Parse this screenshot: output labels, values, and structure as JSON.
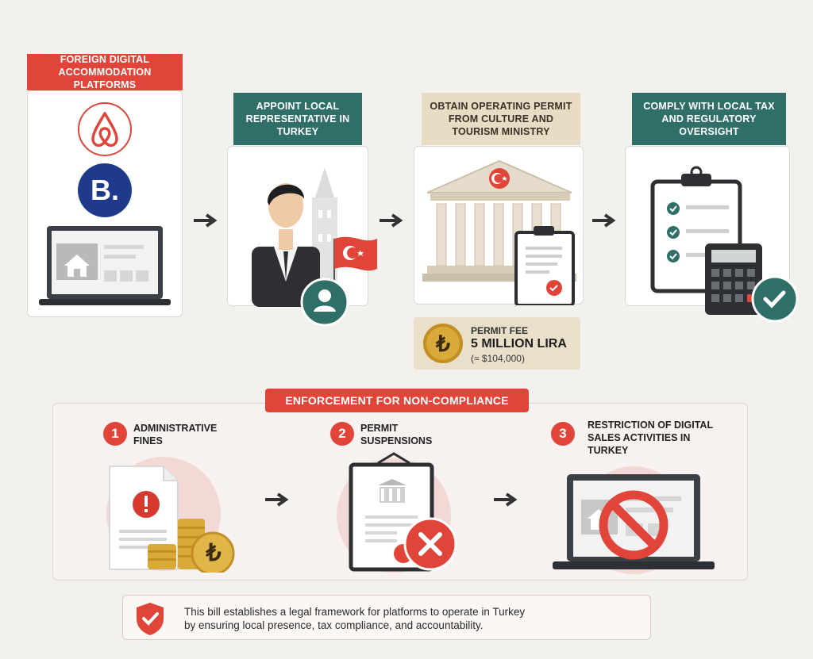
{
  "steps": [
    {
      "title": "FOREIGN DIGITAL ACCOMMODATION PLATFORMS"
    },
    {
      "title": "APPOINT LOCAL REPRESENTATIVE IN TURKEY"
    },
    {
      "title": "OBTAIN OPERATING PERMIT FROM CULTURE AND TOURISM MINISTRY"
    },
    {
      "title": "COMPLY WITH LOCAL TAX AND REGULATORY OVERSIGHT"
    }
  ],
  "booking_logo": "B.",
  "fee": {
    "label": "PERMIT FEE",
    "amount": "5 MILLION LIRA",
    "usd": "(≈ $104,000)",
    "symbol": "₺"
  },
  "enforcement": {
    "title": "ENFORCEMENT FOR NON-COMPLIANCE",
    "items": [
      {
        "num": "1",
        "label": "ADMINISTRATIVE FINES"
      },
      {
        "num": "2",
        "label": "PERMIT SUSPENSIONS"
      },
      {
        "num": "3",
        "label": "RESTRICTION OF DIGITAL SALES ACTIVITIES IN TURKEY"
      }
    ]
  },
  "footer": {
    "text_line1": "This bill establishes a legal framework for platforms to operate in Turkey",
    "text_line2": "by ensuring local presence, tax compliance, and accountability."
  },
  "colors": {
    "red": "#e1453a",
    "teal": "#2f6f68",
    "tan": "#e9dcc4",
    "navy": "#1f3a8a"
  }
}
